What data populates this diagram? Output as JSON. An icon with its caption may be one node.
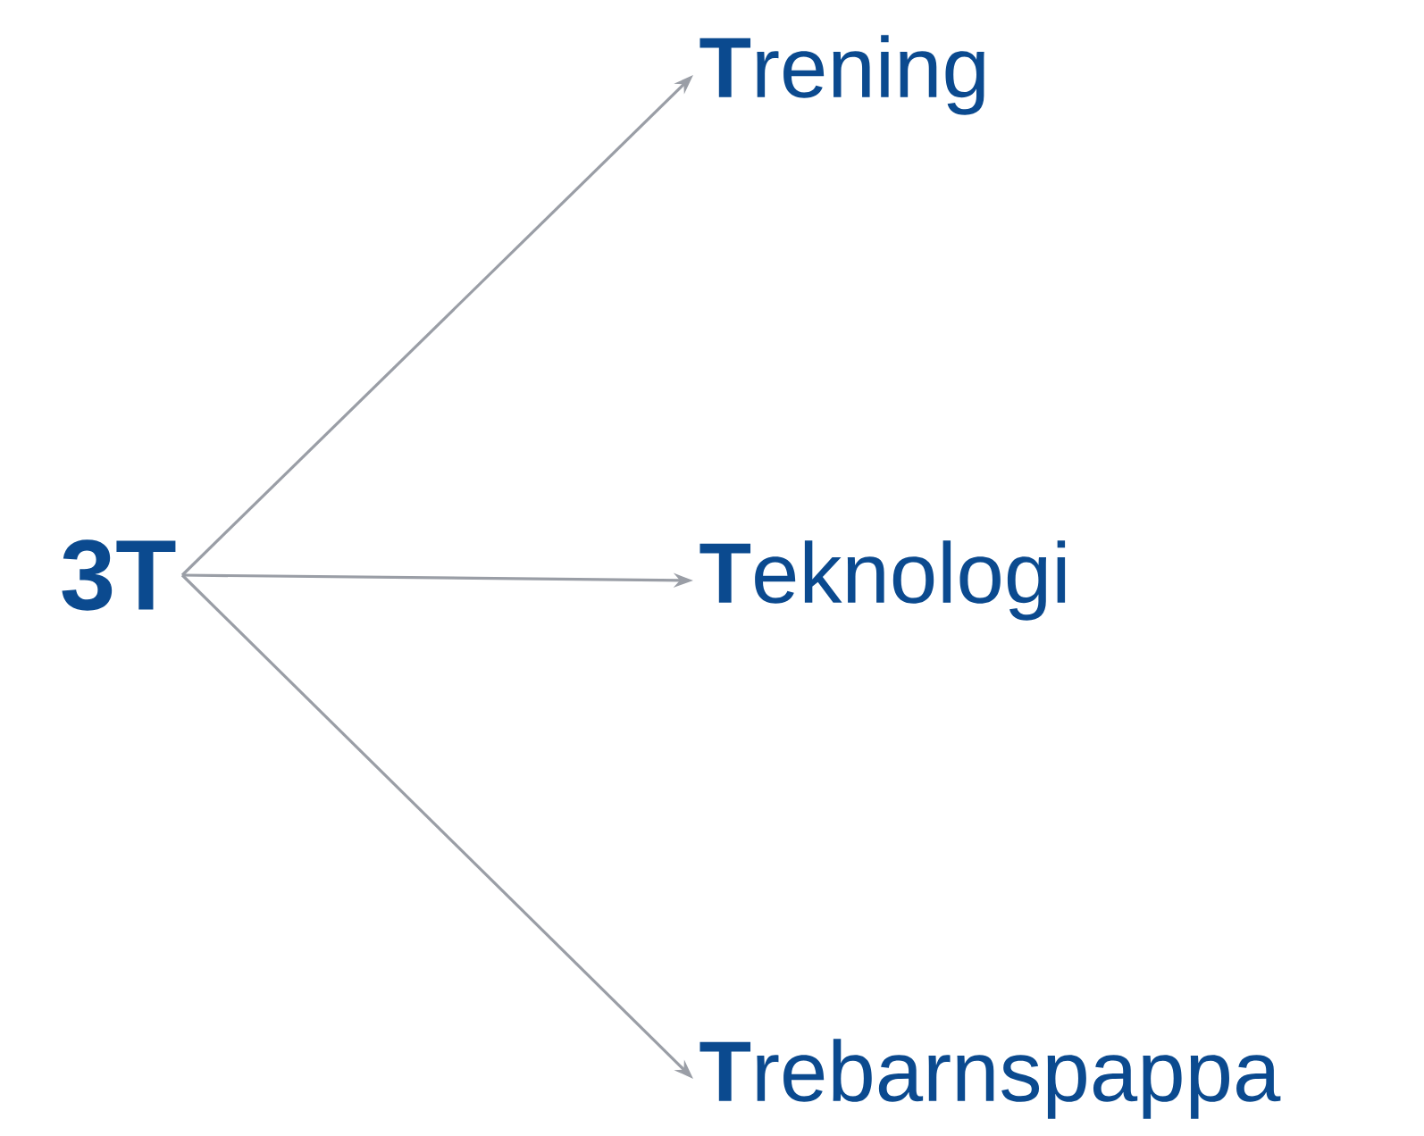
{
  "diagram": {
    "nodes": [
      {
        "text": [
          "3T"
        ]
      },
      {
        "text": [
          "**T**rening"
        ]
      },
      {
        "text": [
          "**T**eknologi"
        ]
      },
      {
        "text": [
          "**T**rebarnspappa"
        ]
      }
    ],
    "edges": [
      {
        "from": 0,
        "to": 1,
        "arrow": "to"
      },
      {
        "from": 0,
        "to": 2,
        "arrow": "to"
      },
      {
        "from": 0,
        "to": 3,
        "arrow": "to"
      }
    ]
  }
}
